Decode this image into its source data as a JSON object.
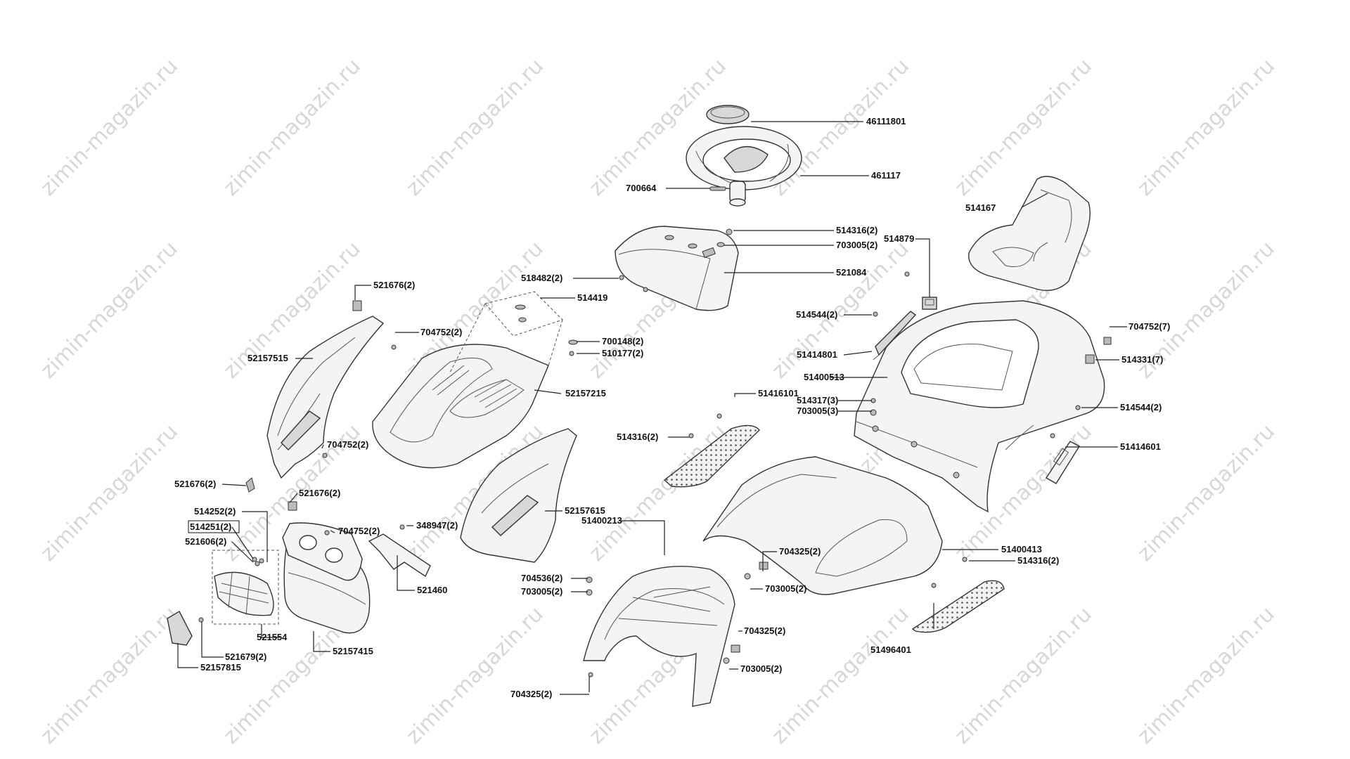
{
  "watermark": "zimin-magazin.ru",
  "labels": {
    "l46111801": "46111801",
    "l461117": "461117",
    "l700664": "700664",
    "l514167": "514167",
    "l514316_top": "514316(2)",
    "l703005_top": "703005(2)",
    "l514879": "514879",
    "l518482": "518482(2)",
    "l521084": "521084",
    "l521676_top": "521676(2)",
    "l514419": "514419",
    "l704752_a": "704752(2)",
    "l700148": "700148(2)",
    "l510177": "510177(2)",
    "l514544_left": "514544(2)",
    "l704752_right": "704752(7)",
    "l514331": "514331(7)",
    "l52157515": "52157515",
    "l51414801": "51414801",
    "l51400513": "51400513",
    "l52157215": "52157215",
    "l51416101": "51416101",
    "l514317": "514317(3)",
    "l703005_mid": "703005(3)",
    "l514544_right": "514544(2)",
    "l514316_mid": "514316(2)",
    "l51414601": "51414601",
    "l704752_b": "704752(2)",
    "l521676_left": "521676(2)",
    "l521676_mid": "521676(2)",
    "l514252": "514252(2)",
    "l514251": "514251(2)",
    "l521606": "521606(2)",
    "l704752_c": "704752(2)",
    "l348947": "348947(2)",
    "l52157615": "52157615",
    "l51400213": "51400213",
    "l704325_a": "704325(2)",
    "l51400413": "51400413",
    "l514316_bot": "514316(2)",
    "l704536": "704536(2)",
    "l703005_b": "703005(2)",
    "l521460": "521460",
    "l703005_c": "703005(2)",
    "l521554": "521554",
    "l52157415": "52157415",
    "l704325_b": "704325(2)",
    "l521679": "521679(2)",
    "l52157815": "52157815",
    "l703005_d": "703005(2)",
    "l51496401": "51496401",
    "l704325_c": "704325(2)"
  }
}
